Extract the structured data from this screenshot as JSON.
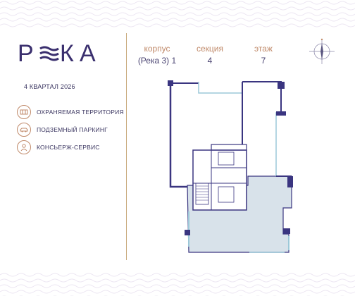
{
  "brand": {
    "logo_text": "РЕКА",
    "logo_r": "Р",
    "logo_k": "К",
    "logo_a": "А",
    "accent_color": "#3a2f6e",
    "gold_color": "#c08a6a"
  },
  "completion": "4 КВАРТАЛ 2026",
  "features": [
    {
      "label": "ОХРАНЯЕМАЯ ТЕРРИТОРИЯ",
      "icon": "fence-icon"
    },
    {
      "label": "ПОДЗЕМНЫЙ ПАРКИНГ",
      "icon": "car-icon"
    },
    {
      "label": "КОНСЬЕРЖ-СЕРВИС",
      "icon": "concierge-icon"
    }
  ],
  "details": {
    "korpus_label": "корпус",
    "korpus_value": "(Река 3) 1",
    "section_label": "секция",
    "section_value": "4",
    "floor_label": "этаж",
    "floor_value": "7"
  },
  "compass": {
    "icon": "compass-icon"
  }
}
